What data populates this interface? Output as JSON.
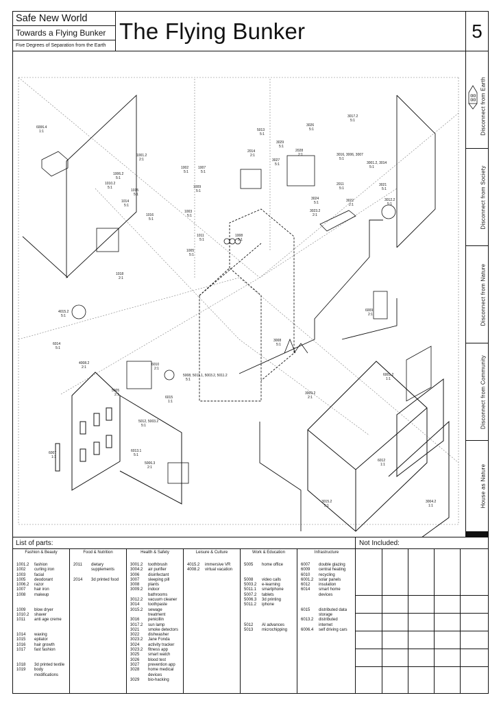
{
  "header": {
    "series_title": "Safe New World",
    "subtitle": "Towards a Flying Bunker",
    "tagline": "Five Degrees of Separation from the Earth",
    "main_title": "The Flying Bunker",
    "plate_number": "5"
  },
  "sidebar": {
    "sections": [
      {
        "label": "Disconnect from Earth",
        "icon": "house-icon"
      },
      {
        "label": "Disconnect from Society"
      },
      {
        "label": "Disconnect from Nature"
      },
      {
        "label": "Disconnect from Community"
      },
      {
        "label": "House as Nature"
      }
    ]
  },
  "labels": [
    {
      "code": "6006.4",
      "scale": "1:1"
    },
    {
      "code": "1001.2",
      "scale": "2:1"
    },
    {
      "code": "1006.2",
      "scale": "5:1"
    },
    {
      "code": "1010.2",
      "scale": "5:1"
    },
    {
      "code": "1015",
      "scale": "5:1"
    },
    {
      "code": "1014",
      "scale": "5:1"
    },
    {
      "code": "1016",
      "scale": "5:1"
    },
    {
      "code": "1002",
      "scale": "5:1"
    },
    {
      "code": "1007",
      "scale": "5:1"
    },
    {
      "code": "1009",
      "scale": "5:1"
    },
    {
      "code": "1003",
      "scale": "5:1"
    },
    {
      "code": "1011",
      "scale": "5:1"
    },
    {
      "code": "1008",
      "scale": "5:1"
    },
    {
      "code": "1005",
      "scale": "5:1"
    },
    {
      "code": "1018",
      "scale": "2:1"
    },
    {
      "code": "4015.2",
      "scale": "5:1"
    },
    {
      "code": "6014",
      "scale": "5:1"
    },
    {
      "code": "4008.2",
      "scale": "2:1"
    },
    {
      "code": "5013",
      "scale": "5:1"
    },
    {
      "code": "3026",
      "scale": "5:1"
    },
    {
      "code": "3017.2",
      "scale": "5:1"
    },
    {
      "code": "3029",
      "scale": "5:1"
    },
    {
      "code": "2014",
      "scale": "2:1"
    },
    {
      "code": "2028",
      "scale": "2:1"
    },
    {
      "code": "3027",
      "scale": "5:1"
    },
    {
      "code": "3016, 3006, 3007",
      "scale": "5:1"
    },
    {
      "code": "3001.2, 3014",
      "scale": "5:1"
    },
    {
      "code": "2011",
      "scale": "5:1"
    },
    {
      "code": "3021",
      "scale": "5:1"
    },
    {
      "code": "3012.2",
      "scale": "5:1"
    },
    {
      "code": "3024",
      "scale": "5:1"
    },
    {
      "code": "3022",
      "scale": "2:1"
    },
    {
      "code": "3023.2",
      "scale": "2:1"
    },
    {
      "code": "6009",
      "scale": "2:1"
    },
    {
      "code": "3008",
      "scale": "5:1"
    },
    {
      "code": "6001.2",
      "scale": "1:1"
    },
    {
      "code": "3009.2",
      "scale": "2:1"
    },
    {
      "code": "6010",
      "scale": "2:1"
    },
    {
      "code": "5005",
      "scale": "2:1"
    },
    {
      "code": "5008, 5011.1, 5003.2, 5011.2",
      "scale": "5:1"
    },
    {
      "code": "6015",
      "scale": "1:1"
    },
    {
      "code": "5012, 5003.2",
      "scale": "5:1"
    },
    {
      "code": "6013.1",
      "scale": "5:1"
    },
    {
      "code": "5006.3",
      "scale": "2:1"
    },
    {
      "code": "6007",
      "scale": "1:1"
    },
    {
      "code": "6012",
      "scale": "1:1"
    },
    {
      "code": "3015.2",
      "scale": "5:1"
    },
    {
      "code": "3004.2",
      "scale": "1:1"
    }
  ],
  "parts": {
    "title": "List of parts:",
    "not_included": "Not Included:",
    "categories": [
      {
        "name": "Fashion & Beauty",
        "items": [
          {
            "code": "1001.2",
            "text": "fashion"
          },
          {
            "code": "1002",
            "text": "curling iron"
          },
          {
            "code": "1003",
            "text": "facial"
          },
          {
            "code": "1005",
            "text": "deodorant"
          },
          {
            "code": "1006.2",
            "text": "razor"
          },
          {
            "code": "1007",
            "text": "hair iron"
          },
          {
            "code": "1008",
            "text": "makeup"
          },
          {
            "code": "",
            "text": ""
          },
          {
            "code": "",
            "text": ""
          },
          {
            "code": "1009",
            "text": "blow dryer"
          },
          {
            "code": "1010.2",
            "text": "shaver"
          },
          {
            "code": "1011",
            "text": "anti age creme"
          },
          {
            "code": "",
            "text": ""
          },
          {
            "code": "",
            "text": ""
          },
          {
            "code": "1014",
            "text": "waxing"
          },
          {
            "code": "1015",
            "text": "epilator"
          },
          {
            "code": "1016",
            "text": "hair growth"
          },
          {
            "code": "1017",
            "text": "fast fashion"
          },
          {
            "code": "",
            "text": ""
          },
          {
            "code": "",
            "text": ""
          },
          {
            "code": "1018",
            "text": "3d printed textile"
          },
          {
            "code": "1019",
            "text": "body"
          },
          {
            "code": "",
            "text": "modifications"
          }
        ]
      },
      {
        "name": "Food & Nutrition",
        "items": [
          {
            "code": "2011",
            "text": "dietary"
          },
          {
            "code": "",
            "text": "supplements"
          },
          {
            "code": "",
            "text": ""
          },
          {
            "code": "2014",
            "text": "3d printed food"
          }
        ]
      },
      {
        "name": "Health & Safety",
        "items": [
          {
            "code": "3001.2",
            "text": "toothbrush"
          },
          {
            "code": "3004.2",
            "text": "air purifier"
          },
          {
            "code": "3006",
            "text": "disinfectant"
          },
          {
            "code": "3007",
            "text": "sleeping pill"
          },
          {
            "code": "3008",
            "text": "plants"
          },
          {
            "code": "3009.2",
            "text": "indoor"
          },
          {
            "code": "",
            "text": "bathrooms"
          },
          {
            "code": "3012.2",
            "text": "vacuum cleaner"
          },
          {
            "code": "3014",
            "text": "toothpaste"
          },
          {
            "code": "3015.2",
            "text": "sewage"
          },
          {
            "code": "",
            "text": "treatment"
          },
          {
            "code": "3016",
            "text": "penicillin"
          },
          {
            "code": "3017.2",
            "text": "sun lamp"
          },
          {
            "code": "3021",
            "text": "smoke detectors"
          },
          {
            "code": "3022",
            "text": "dishwasher"
          },
          {
            "code": "3023.2",
            "text": "Jane Fonda"
          },
          {
            "code": "3024",
            "text": "activity tracker"
          },
          {
            "code": "3023.2",
            "text": "fitness app"
          },
          {
            "code": "3025",
            "text": "smart watch"
          },
          {
            "code": "3026",
            "text": "blood test"
          },
          {
            "code": "3027",
            "text": "prevention app"
          },
          {
            "code": "3028",
            "text": "home medical"
          },
          {
            "code": "",
            "text": "devices"
          },
          {
            "code": "3029",
            "text": "bio-hacking"
          }
        ]
      },
      {
        "name": "Leisure & Culture",
        "items": [
          {
            "code": "4015.2",
            "text": "immersive VR"
          },
          {
            "code": "4008.2",
            "text": "virtual vacation"
          }
        ]
      },
      {
        "name": "Work & Education",
        "items": [
          {
            "code": "5005",
            "text": "home office"
          },
          {
            "code": "",
            "text": ""
          },
          {
            "code": "",
            "text": ""
          },
          {
            "code": "5008",
            "text": "video calls"
          },
          {
            "code": "5003.2",
            "text": "e-learning"
          },
          {
            "code": "5011.1",
            "text": "smartphone"
          },
          {
            "code": "5007.2",
            "text": "tablets"
          },
          {
            "code": "5006.3",
            "text": "3d printing"
          },
          {
            "code": "5011.2",
            "text": "iphone"
          },
          {
            "code": "",
            "text": ""
          },
          {
            "code": "",
            "text": ""
          },
          {
            "code": "",
            "text": ""
          },
          {
            "code": "5012",
            "text": "AI advances"
          },
          {
            "code": "5013",
            "text": "microchipping"
          }
        ]
      },
      {
        "name": "Infrastructure",
        "items": [
          {
            "code": "6007",
            "text": "double glazing"
          },
          {
            "code": "6009",
            "text": "central heating"
          },
          {
            "code": "6010",
            "text": "recycling"
          },
          {
            "code": "6001.2",
            "text": "solar panels"
          },
          {
            "code": "6012",
            "text": "insulation"
          },
          {
            "code": "6014",
            "text": "smart home"
          },
          {
            "code": "",
            "text": "devices"
          },
          {
            "code": "",
            "text": ""
          },
          {
            "code": "",
            "text": ""
          },
          {
            "code": "6015",
            "text": "distributed data"
          },
          {
            "code": "",
            "text": "storage"
          },
          {
            "code": "6013.2",
            "text": "distributed"
          },
          {
            "code": "",
            "text": "internet"
          },
          {
            "code": "6006.4",
            "text": "self driving cars"
          }
        ]
      }
    ]
  }
}
